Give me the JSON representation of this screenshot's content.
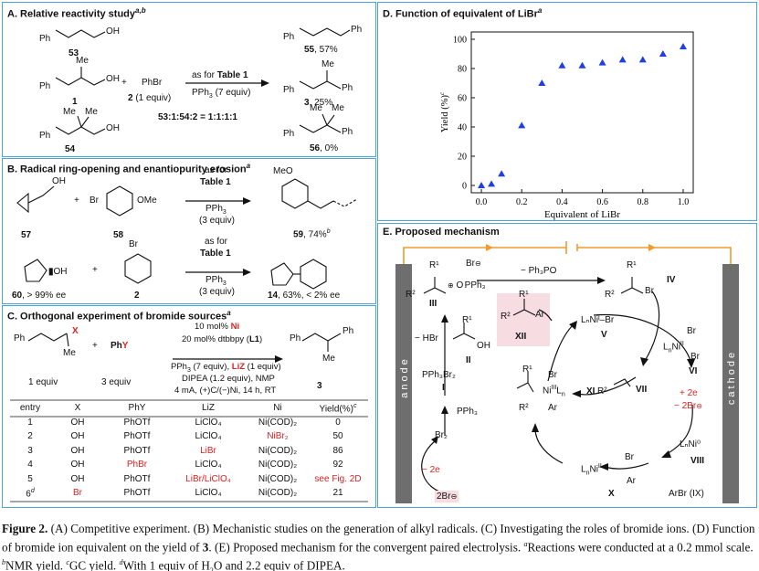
{
  "panelA": {
    "title": "A. Relative reactivity study",
    "title_sup": "a,b",
    "row1": {
      "label_53": "53",
      "product_55": "55",
      "yield_55": ", 57%",
      "ph": "Ph",
      "oh": "OH"
    },
    "row2": {
      "label_1": "1",
      "plus": "+",
      "phbr": "PhBr",
      "label_2": "2",
      "equiv_2": " (1 equiv)",
      "arrow_top": "as for ",
      "arrow_top_bold": "Table 1",
      "arrow_bottom": "PPh",
      "arrow_bottom_tail": " (7 equiv)",
      "product_3": "3",
      "yield_3": ", 25%",
      "me": "Me"
    },
    "ratio": "53:1:54:2 = 1:1:1:1",
    "row3": {
      "label_54": "54",
      "product_56": "56",
      "yield_56": ", 0%",
      "me1": "Me",
      "me2": "Me"
    }
  },
  "panelB": {
    "title": "B. Radical ring-opening and enantiopurity erosion",
    "title_sup": "a",
    "row1": {
      "oh": "OH",
      "plus": "+",
      "br": "Br",
      "ome": "OMe",
      "label_57": "57",
      "label_58": "58",
      "arrow_l1": "as for",
      "arrow_l2": "Table 1",
      "arrow_l3": "PPh",
      "arrow_l4": "(3 equiv)",
      "meo": "MeO",
      "product_59": "59",
      "yield_59": ", 74%",
      "yield_sup": "b"
    },
    "row2": {
      "oh": "OH",
      "plus": "+",
      "br": "Br",
      "label_60": "60",
      "ee_60": ", > 99% ee",
      "label_2": "2",
      "arrow_l1": "as for",
      "arrow_l2": "Table 1",
      "arrow_l3": "PPh",
      "arrow_l4": "(3 equiv)",
      "product_14": "14",
      "yield_14": ", 63%, < 2% ee"
    }
  },
  "panelC": {
    "title": "C. Orthogonal experiment of bromide sources",
    "title_sup": "a",
    "scheme": {
      "ph": "Ph",
      "x": "X",
      "me": "Me",
      "plus": "+",
      "phy": "Ph",
      "y": "Y",
      "equiv1": "1 equiv",
      "equiv3": "3 equiv",
      "product": "3"
    },
    "conditions": {
      "l1a": "10 mol% ",
      "l1b": "Ni",
      "l2": "20 mol% dtbbpy (",
      "l2b": "L1",
      "l2c": ")",
      "l3a": "PPh",
      "l3b": " (7 equiv), ",
      "l3c": "LiZ",
      "l3d": " (1 equiv)",
      "l4": "DIPEA (1.2 equiv), NMP",
      "l5": "4 mA, (+)C/(−)Ni, 14 h, RT"
    },
    "headers": [
      "entry",
      "X",
      "PhY",
      "LiZ",
      "Ni",
      "Yield(%)"
    ],
    "header_sup": "c",
    "rows": [
      {
        "entry": "1",
        "x": "OH",
        "phy": "PhOTf",
        "liz": "LiClO₄",
        "ni": "Ni(COD)₂",
        "yield": "0"
      },
      {
        "entry": "2",
        "x": "OH",
        "phy": "PhOTf",
        "liz": "LiClO₄",
        "ni": "NiBr₂",
        "yield": "50"
      },
      {
        "entry": "3",
        "x": "OH",
        "phy": "PhOTf",
        "liz": "LiBr",
        "ni": "Ni(COD)₂",
        "yield": "86"
      },
      {
        "entry": "4",
        "x": "OH",
        "phy": "PhBr",
        "liz": "LiClO₄",
        "ni": "Ni(COD)₂",
        "yield": "92"
      },
      {
        "entry": "5",
        "x": "OH",
        "phy": "PhOTf",
        "liz": "LiBr/LiClO₄",
        "ni": "Ni(COD)₂",
        "yield": "see Fig. 2D"
      },
      {
        "entry": "6",
        "entry_sup": "d",
        "x": "Br",
        "phy": "PhOTf",
        "liz": "LiClO₄",
        "ni": "Ni(COD)₂",
        "yield": "21"
      }
    ],
    "red_cells": [
      "2.ni",
      "3.liz",
      "4.phy",
      "5.liz",
      "5.yield",
      "6.x"
    ]
  },
  "panelD": {
    "title": "D. Function of equivalent of LiBr",
    "title_sup": "a"
  },
  "chart_data": {
    "type": "scatter",
    "title": "D. Function of equivalent of LiBr",
    "xlabel": "Equivalent of LiBr",
    "ylabel": "Yield (%)",
    "ylabel_sup": "c",
    "xlim": [
      -0.05,
      1.05
    ],
    "ylim": [
      -5,
      105
    ],
    "xticks": [
      "0.0",
      "0.2",
      "0.4",
      "0.6",
      "0.8",
      "1.0"
    ],
    "yticks": [
      "0",
      "20",
      "40",
      "60",
      "80",
      "100"
    ],
    "grid": false,
    "marker": "triangle",
    "color": "#1f3fe0",
    "x": [
      0.0,
      0.05,
      0.1,
      0.2,
      0.3,
      0.4,
      0.5,
      0.6,
      0.7,
      0.8,
      0.9,
      1.0
    ],
    "y": [
      0,
      1,
      8,
      41,
      70,
      82,
      82,
      84,
      86,
      86,
      90,
      95
    ]
  },
  "panelE": {
    "title": "E. Proposed mechanism",
    "anode": "anode",
    "cathode": "cathode",
    "minus_ph3po": "− Ph₃PO",
    "minus_hbr": "− HBr",
    "minus_2e": "− 2e",
    "plus_2e": "+ 2e",
    "minus_2br": "− 2Br",
    "two_br": "2Br",
    "br2": "Br₂",
    "pph3": "PPh₃",
    "pph3br2": "PPh₃Br₂",
    "arbr": "ArBr (IX)",
    "labels": {
      "I": "I",
      "II": "II",
      "III": "III",
      "IV": "IV",
      "V": "V",
      "VI": "VI",
      "VII": "VII",
      "VIII": "VIII",
      "X": "X",
      "XI": "XI",
      "XII": "XII"
    },
    "species": {
      "lnni_br": "LₙNiᴵ–Br",
      "lnni0": "LₙNi⁰",
      "r1": "R¹",
      "r2": "R²",
      "br": "Br",
      "ar": "Ar",
      "oh": "OH",
      "pph3": "PPh₃"
    }
  },
  "caption": {
    "fig": "Figure 2.",
    "text1": " (A) Competitive experiment. (B) Mechanistic studies on the generation of alkyl radicals. (C) Investigating the roles of bromide ions. (D) Function of bromide ion equivalent on the yield of ",
    "bold3": "3",
    "text2": ". (E) Proposed mechanism for the convergent paired electrolysis. ",
    "a": "a",
    "text3": "Reactions were conducted at a 0.2 mmol scale. ",
    "b": "b",
    "text4": "NMR yield. ",
    "c": "c",
    "text5": "GC yield. ",
    "d": "d",
    "text6a": "With 1 equiv of H",
    "text6b": "O and 2.2 equiv of DIPEA."
  }
}
